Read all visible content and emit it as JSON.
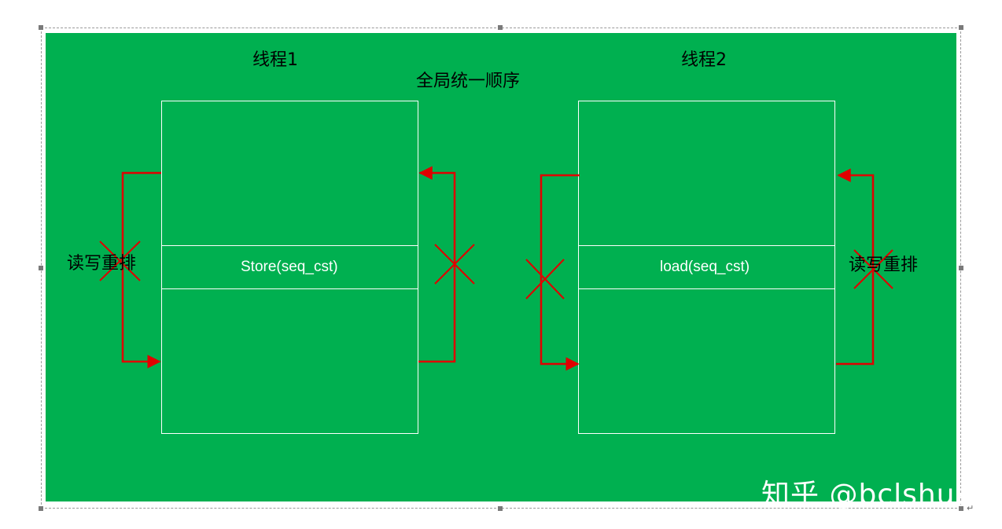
{
  "diagram": {
    "title": "全局统一顺序",
    "thread1": {
      "label": "线程1",
      "operation": "Store(seq_cst)",
      "reorder_label": "读写重排"
    },
    "thread2": {
      "label": "线程2",
      "operation": "load(seq_cst)",
      "reorder_label": "读写重排"
    },
    "watermark": "知乎 @bclshuai"
  },
  "colors": {
    "background": "#00b050",
    "box_stroke": "#ffffff",
    "arrow": "#e00000",
    "cross": "#e00000"
  }
}
